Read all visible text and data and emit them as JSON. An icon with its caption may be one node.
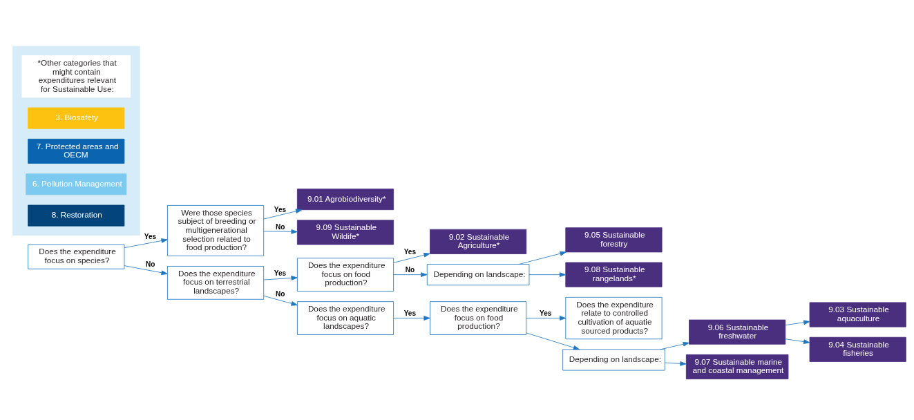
{
  "diagram": {
    "nodes": [
      {
        "text": [
          "Does the expenditure focus on species?"
        ]
      },
      {
        "text": [
          "Were those species subject of breeding or multigenerational selection related to food production?"
        ]
      },
      {
        "text": [
          "9.01 Agrobiodiversity*"
        ]
      },
      {
        "text": [
          "9.09 Sustainable Wildife*"
        ]
      },
      {
        "text": [
          "Does the expenditure focus on terrestrial landscapes?"
        ]
      },
      {
        "text": [
          "Does the expenditure focus on food production?"
        ]
      },
      {
        "text": [
          "9.02 Sustainable Agriculture*"
        ]
      },
      {
        "text": [
          "Depending on landscape:"
        ]
      },
      {
        "text": [
          "9.05 Sustainable forestry"
        ]
      },
      {
        "text": [
          "9.08 Sustainable rangelands*"
        ]
      },
      {
        "text": [
          "Does the expenditure focus on aquatic landscapes?"
        ]
      },
      {
        "text": [
          "Does the expenditure focus on food production?"
        ]
      },
      {
        "text": [
          "Does the expenditure relate to controlled cultivation of aquatie sourced products?"
        ]
      },
      {
        "text": [
          "Depending on landscape:"
        ]
      },
      {
        "text": [
          "9.06 Sustainable freshwater"
        ]
      },
      {
        "text": [
          "9.07 Sustainable marine and coastal management"
        ]
      },
      {
        "text": [
          "9.03 Sustainable aquaculture"
        ]
      },
      {
        "text": [
          "9.04 Sustainable fisheries"
        ]
      },
      {
        "text": [],
        "shape": "box"
      },
      {
        "text": [
          "*Other categories that might contain expenditures relevant for Sustainable Use:"
        ],
        "in": 18
      },
      {
        "text": [
          "3. Biosafety"
        ],
        "in": 18
      },
      {
        "text": [
          "7. Protected areas and OECM"
        ],
        "in": 18
      },
      {
        "text": [
          "6. Pollution Management"
        ],
        "in": 18
      },
      {
        "text": [
          "8. Restoration"
        ],
        "in": 18
      }
    ],
    "edges": [
      {
        "from": 0,
        "to": 1,
        "arrow": "to",
        "label": "Yes"
      },
      {
        "from": 1,
        "to": 2,
        "arrow": "to",
        "label": "Yes"
      },
      {
        "from": 1,
        "to": 3,
        "arrow": "to",
        "label": "No"
      },
      {
        "from": 0,
        "to": 4,
        "arrow": "to",
        "label": "No"
      },
      {
        "from": 4,
        "to": 5,
        "arrow": "to",
        "label": "Yes"
      },
      {
        "from": 5,
        "to": 6,
        "arrow": "to",
        "label": "Yes"
      },
      {
        "from": 5,
        "to": 7,
        "arrow": "to",
        "label": "No"
      },
      {
        "from": 7,
        "to": 8,
        "arrow": "to"
      },
      {
        "from": 7,
        "to": 9,
        "arrow": "to"
      },
      {
        "from": 4,
        "to": 10,
        "arrow": "to",
        "label": "No"
      },
      {
        "from": 10,
        "to": 11,
        "arrow": "to",
        "label": "Yes"
      },
      {
        "from": 11,
        "to": 12,
        "arrow": "to",
        "label": "Yes"
      },
      {
        "from": 11,
        "to": 13,
        "arrow": "to"
      },
      {
        "from": 13,
        "to": 14,
        "arrow": "to"
      },
      {
        "from": 13,
        "to": 15,
        "arrow": "to"
      },
      {
        "from": 14,
        "to": 16,
        "arrow": "to"
      },
      {
        "from": 14,
        "to": 17,
        "arrow": "to"
      }
    ]
  }
}
